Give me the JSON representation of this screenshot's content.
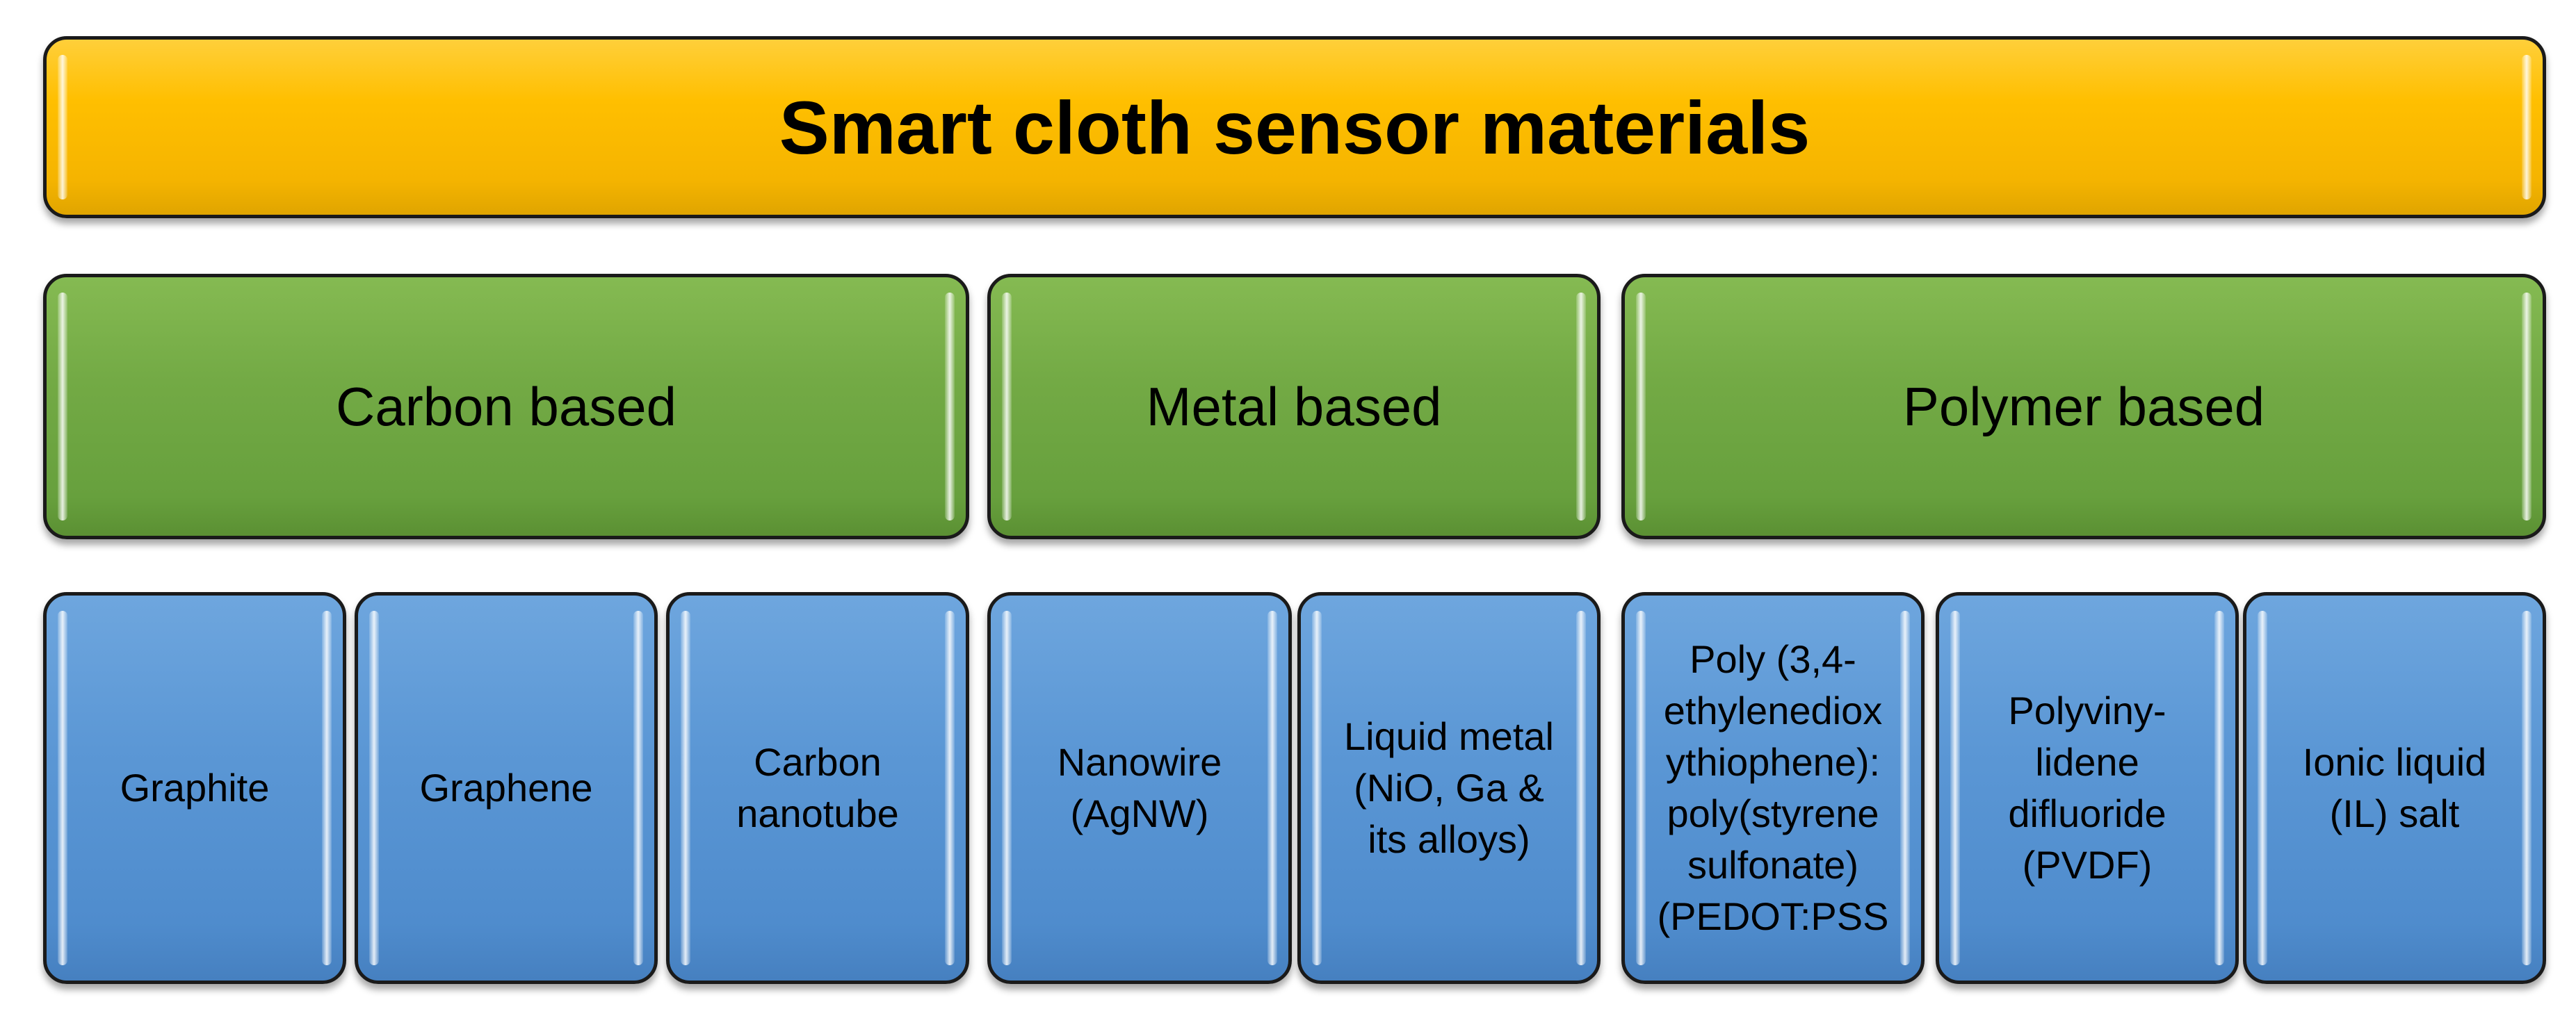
{
  "title": "Smart cloth sensor materials",
  "categories": [
    {
      "label": "Carbon based"
    },
    {
      "label": "Metal based"
    },
    {
      "label": "Polymer based"
    }
  ],
  "materials": [
    {
      "label": "Graphite"
    },
    {
      "label": "Graphene"
    },
    {
      "label": "Carbon\nnanotube"
    },
    {
      "label": "Nanowire\n(AgNW)"
    },
    {
      "label": "Liquid metal\n(NiO, Ga &\nits alloys)"
    },
    {
      "label": "Poly (3,4-\nethylenediox\nythiophene):\npoly(styrene\nsulfonate)\n(PEDOT:PSS"
    },
    {
      "label": "Polyviny-\nlidene\ndifluoride\n(PVDF)"
    },
    {
      "label": "Ionic liquid\n(IL) salt"
    }
  ],
  "colors": {
    "title_fill": "#FFC000",
    "category_fill": "#70AD47",
    "material_fill": "#5B9BD5",
    "outline": "#1A1A1A"
  }
}
